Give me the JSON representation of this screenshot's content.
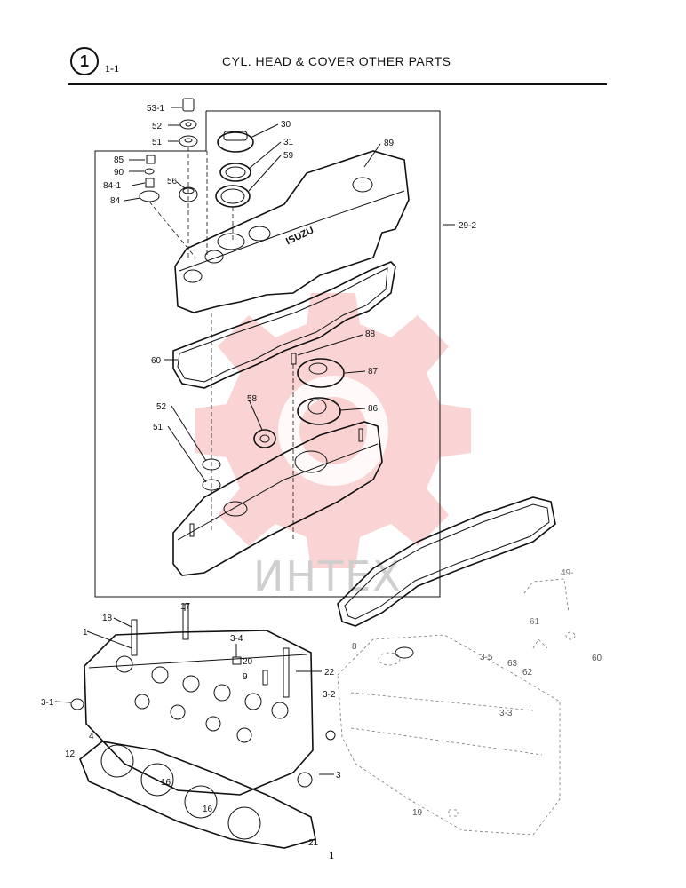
{
  "header": {
    "number": "1",
    "sub_number": "1-1",
    "title": "CYL. HEAD & COVER OTHER PARTS"
  },
  "page_number": "1",
  "watermark_text": "ИНТЕХ",
  "cover_brand_text": "ISUZU",
  "callouts": {
    "c53_1": "53-1",
    "c52a": "52",
    "c51a": "51",
    "c30": "30",
    "c31": "31",
    "c59": "59",
    "c89": "89",
    "c85": "85",
    "c90": "90",
    "c84_1": "84-1",
    "c84": "84",
    "c56": "56",
    "c29_2": "29-2",
    "c60": "60",
    "c88": "88",
    "c87": "87",
    "c58": "58",
    "c86": "86",
    "c52b": "52",
    "c51b": "51",
    "c49": "49-",
    "c61": "61",
    "c18": "18",
    "c17": "17",
    "c1": "1",
    "c3_4": "3-4",
    "c20": "20",
    "c9": "9",
    "c22": "22",
    "c8": "8",
    "c3_5": "3-5",
    "c63": "63",
    "c62": "62",
    "c60b": "60",
    "c3_2": "3-2",
    "c3_1": "3-1",
    "c4": "4",
    "c3_3": "3-3",
    "c12": "12",
    "c16a": "16",
    "c3": "3",
    "c16b": "16",
    "c19": "19",
    "c21": "21"
  }
}
